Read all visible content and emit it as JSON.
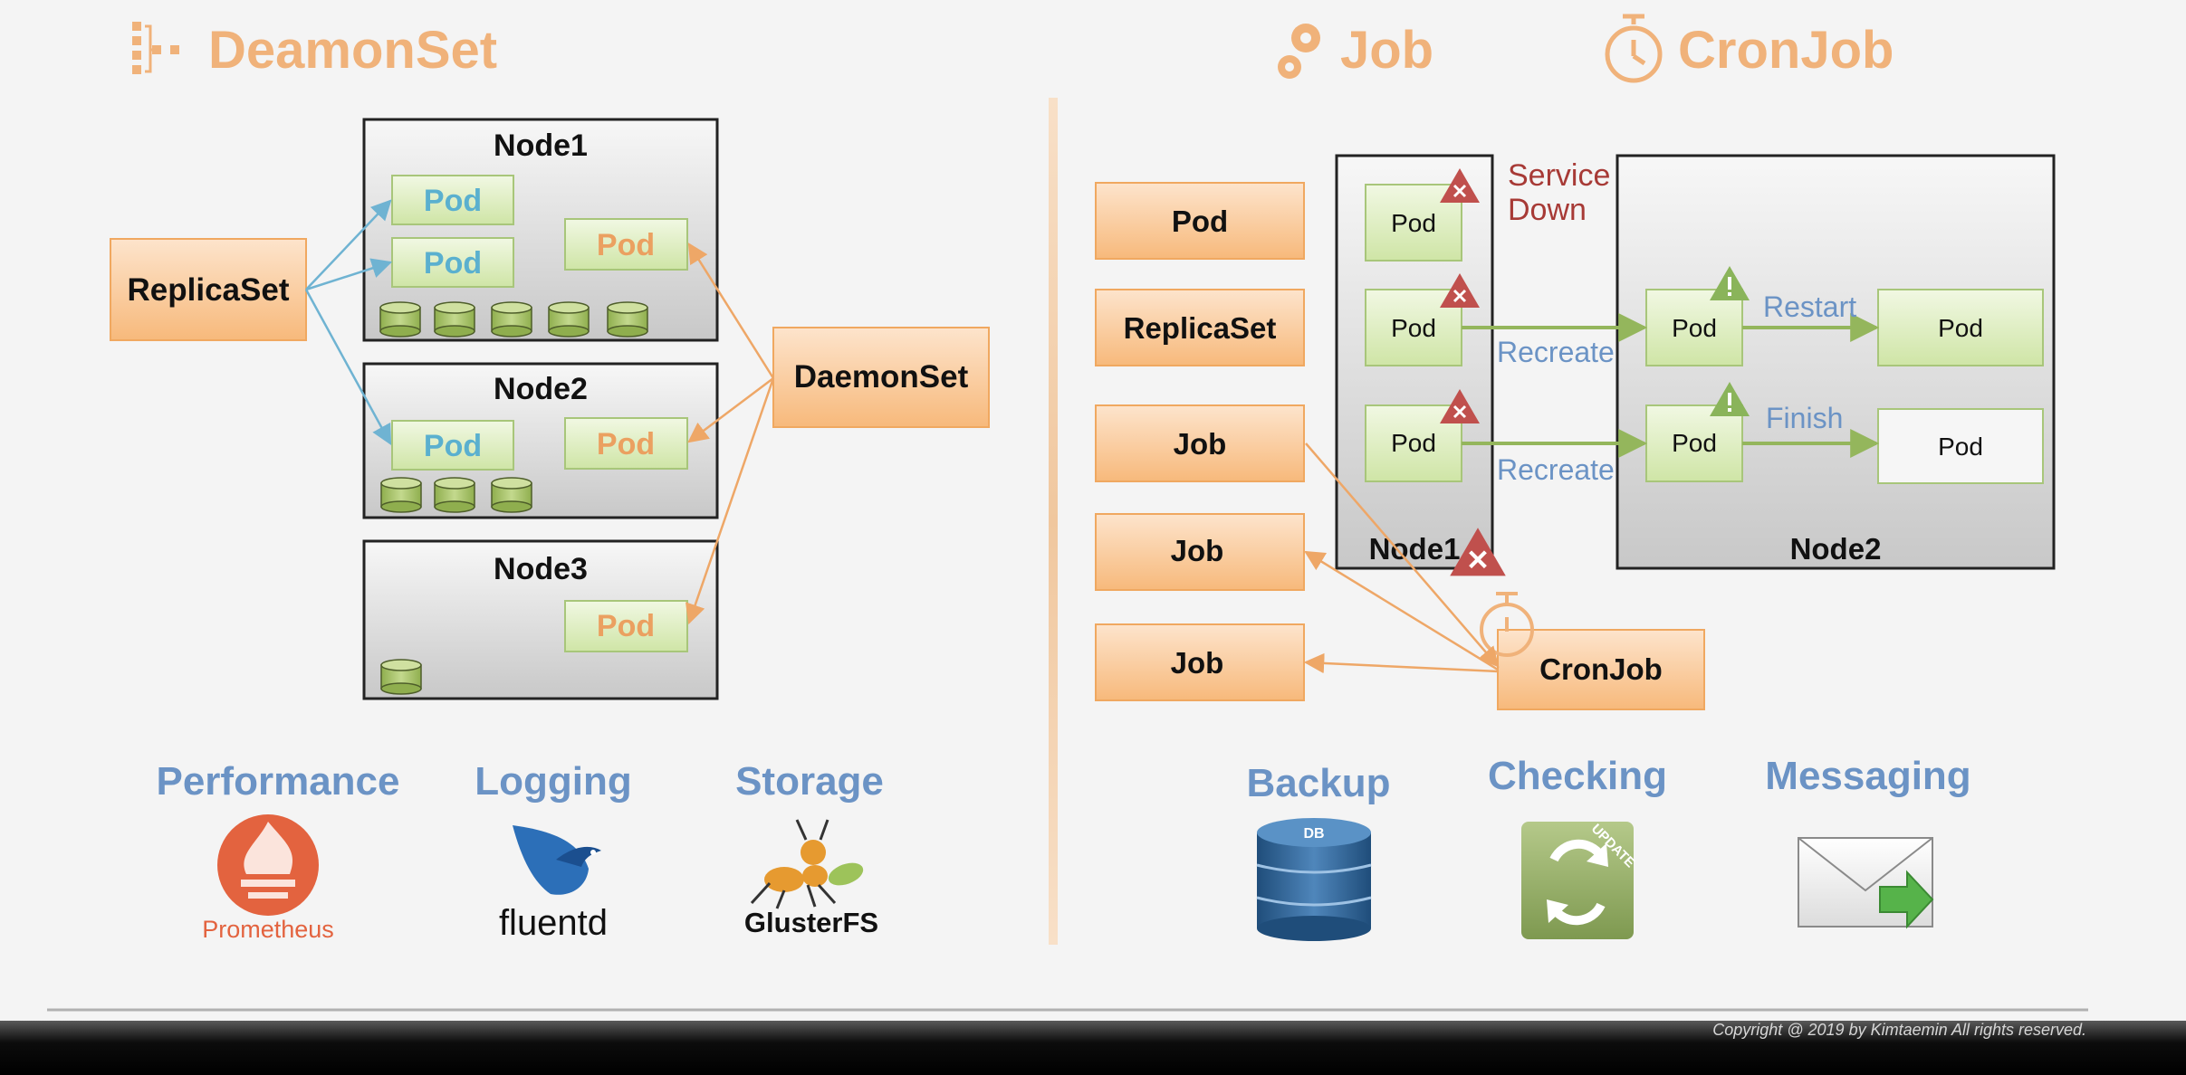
{
  "left": {
    "title": "DeamonSet",
    "nodes": [
      "Node1",
      "Node2",
      "Node3"
    ],
    "replicaset": "ReplicaSet",
    "daemonset": "DaemonSet",
    "pod": "Pod",
    "uses": [
      {
        "label": "Performance",
        "logo": "Prometheus"
      },
      {
        "label": "Logging",
        "logo": "fluentd"
      },
      {
        "label": "Storage",
        "logo": "GlusterFS"
      }
    ]
  },
  "right": {
    "title_job": "Job",
    "title_cron": "CronJob",
    "controllers": [
      "Pod",
      "ReplicaSet",
      "Job",
      "Job",
      "Job"
    ],
    "node1": "Node1",
    "node2": "Node2",
    "service_down": [
      "Service",
      "Down"
    ],
    "recreate": "Recreate",
    "restart": "Restart",
    "finish": "Finish",
    "pod": "Pod",
    "cronjob": "CronJob",
    "uses": [
      {
        "label": "Backup",
        "icon": "database-icon",
        "badge": "DB"
      },
      {
        "label": "Checking",
        "icon": "update-icon",
        "badge": "UPDATE"
      },
      {
        "label": "Messaging",
        "icon": "envelope-icon"
      }
    ]
  },
  "copyright": "Copyright @ 2019 by Kimtaemin All rights reserved.",
  "colors": {
    "accent_orange": "#f0b27a",
    "pod_blue_text": "#5ab0cf",
    "label_blue": "#6b93c5",
    "alert_red": "#c0504d",
    "warn_green": "#8ab45a",
    "pod_green": "#d6e9b3"
  }
}
